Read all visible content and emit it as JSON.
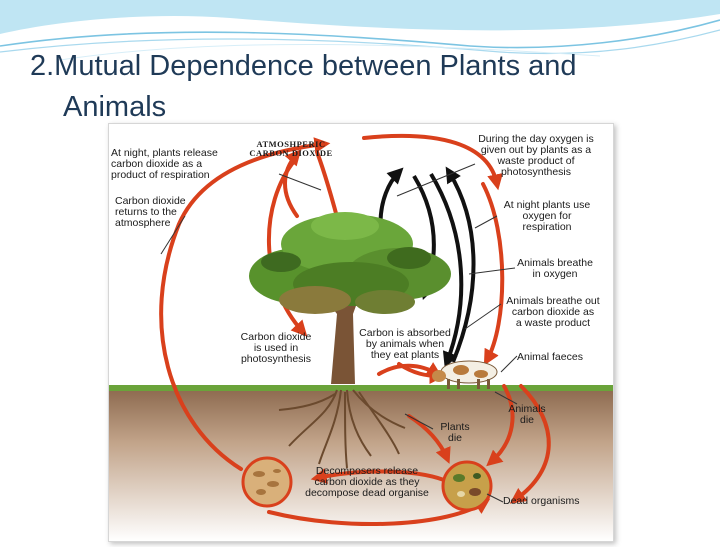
{
  "slide": {
    "title_line1": "2.Mutual Dependence between Plants and",
    "title_line2": "Animals"
  },
  "diagram": {
    "labels": {
      "atmospheric": "ATMOSHPERIC\nCARBON DIOXIDE",
      "night_release": "At night, plants release\ncarbon dioxide as a\nproduct of respiration",
      "co2_returns": "Carbon dioxide\nreturns to the\natmosphere",
      "day_oxygen": "During the day oxygen is\ngiven out by plants as a\nwaste product of\nphotosynthesis",
      "night_oxygen": "At night plants use\noxygen for\nrespiration",
      "animals_breathe_in": "Animals breathe\nin oxygen",
      "animals_breathe_out": "Animals breathe out\ncarbon dioxide as\na waste product",
      "co2_photosynthesis": "Carbon dioxide\nis used in\nphotosynthesis",
      "co2_absorbed": "Carbon is absorbed\nby animals when\nthey eat plants",
      "animal_faeces": "Animal faeces",
      "animals_die": "Animals\ndie",
      "plants_die": "Plants\ndie",
      "decomposers": "Decomposers release\ncarbon dioxide as they\ndecompose dead organise",
      "dead_organisms": "Dead organisms"
    },
    "colors": {
      "cycle_arrow": "#d9401c",
      "oxygen_arrow": "#111111",
      "soil": "#a98a6f",
      "grass": "#6aa33a",
      "title": "#1f3a57"
    }
  }
}
